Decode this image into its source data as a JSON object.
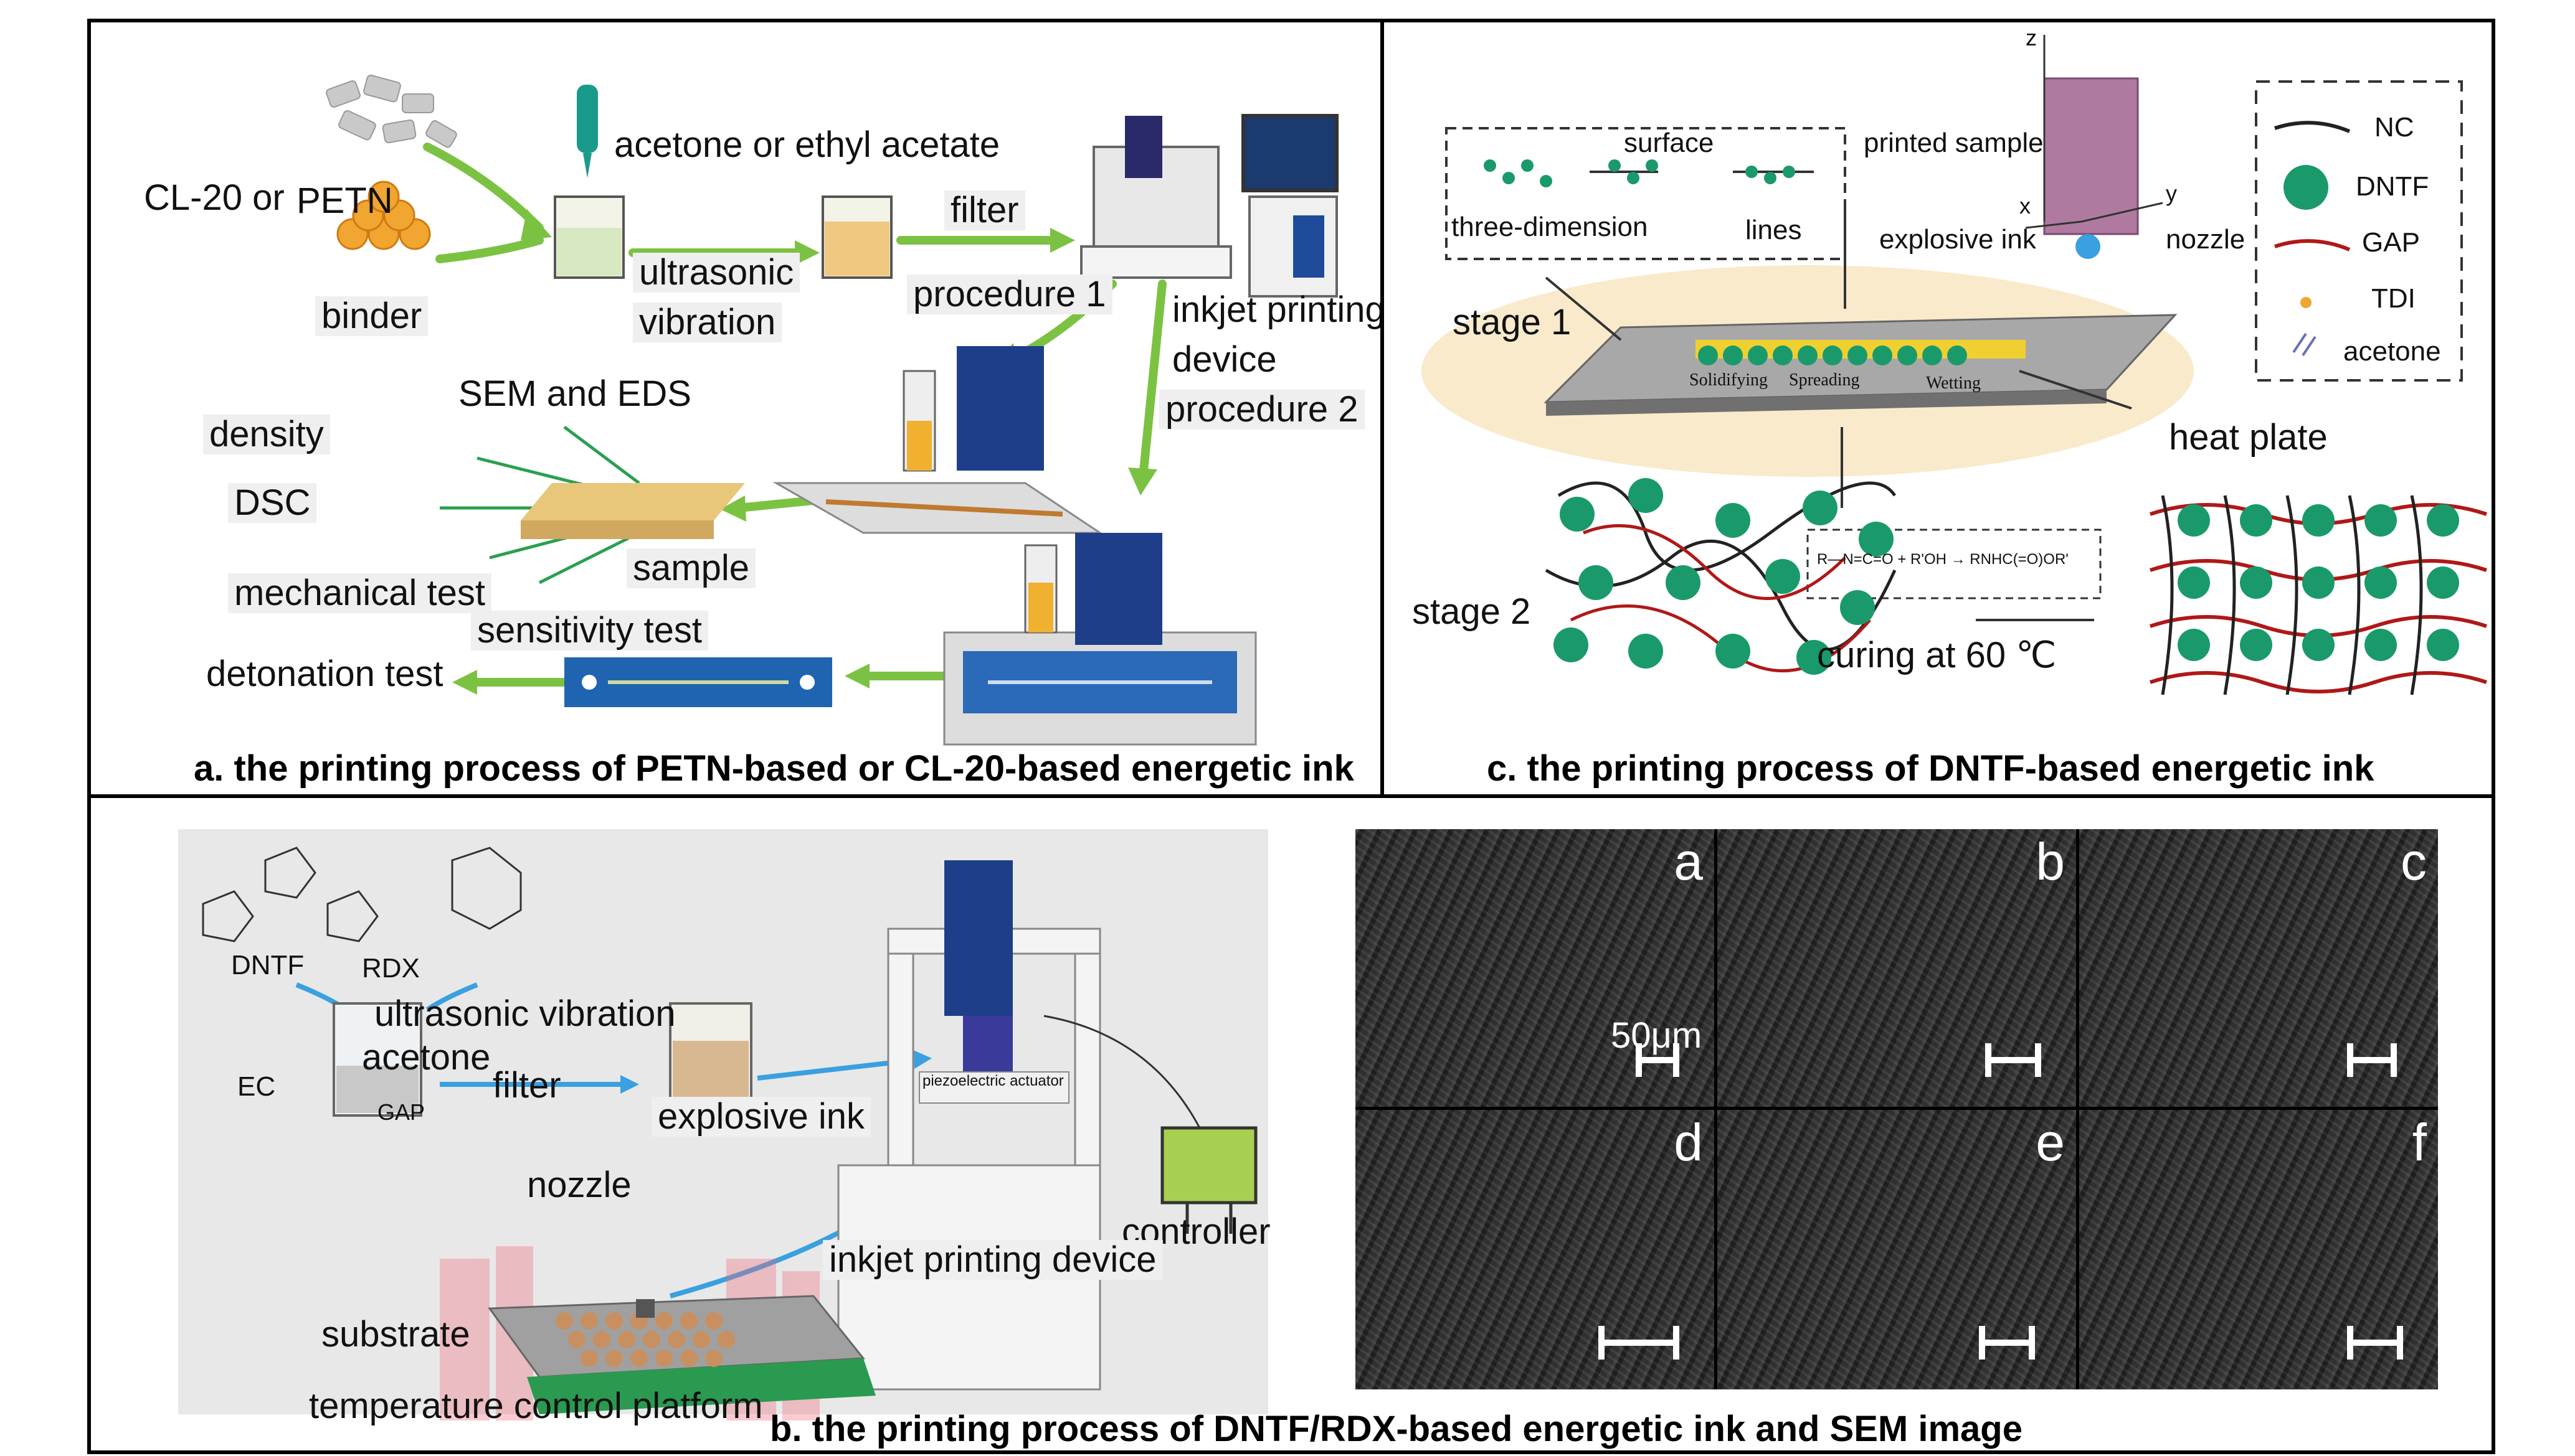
{
  "panel_a": {
    "caption": "a. the printing process of PETN-based or CL-20-based energetic ink",
    "cl20": "CL-20 or",
    "petn": "PETN",
    "binder": "binder",
    "solvent": "acetone or ethyl acetate",
    "ultrasonic": "ultrasonic",
    "vibration": "vibration",
    "filter": "filter",
    "procedure1": "procedure 1",
    "inkjet1": "inkjet printing",
    "device": "device",
    "procedure2": "procedure 2",
    "sem_eds": "SEM and EDS",
    "density": "density",
    "dsc": "DSC",
    "sample": "sample",
    "mechanical": "mechanical test",
    "sensitivity": "sensitivity test",
    "detonation": "detonation test"
  },
  "panel_c": {
    "caption": "c. the printing process of DNTF-based energetic ink",
    "surface": "surface",
    "three_dimension": "three-dimension",
    "lines": "lines",
    "printed_sample": "printed sample",
    "explosive_ink": "explosive ink",
    "nozzle": "nozzle",
    "stage1": "stage 1",
    "stage2": "stage 2",
    "heat_plate": "heat plate",
    "solidifying": "Solidifying",
    "spreading": "Spreading",
    "wetting": "Wetting",
    "curing": "curing at 60 ℃",
    "reaction": "R—N=C=O + R'OH → RNHC(=O)OR'",
    "axis_z": "z",
    "axis_x": "x",
    "axis_y": "y",
    "legend": [
      "NC",
      "DNTF",
      "GAP",
      "TDI",
      "acetone"
    ]
  },
  "panel_b": {
    "caption": "b. the printing process of DNTF/RDX-based energetic ink and SEM image",
    "dntf": "DNTF",
    "rdx": "RDX",
    "ultrasonic_vibration": "ultrasonic vibration",
    "acetone": "acetone",
    "filter": "filter",
    "ec": "EC",
    "gap": "GAP",
    "explosive_ink": "explosive ink",
    "piezo": "piezoelectric actuator",
    "nozzle": "nozzle",
    "controller": "controller",
    "inkjet_device": "inkjet printing device",
    "substrate": "substrate",
    "platform": "temperature control platform",
    "scale": "50μm",
    "sem_letters": [
      "a",
      "b",
      "c",
      "d",
      "e",
      "f"
    ]
  },
  "colors": {
    "arrow_green": "#7cc242",
    "arrow_blue": "#3aa0e0",
    "dntf_green": "#1a9a6a",
    "device_blue": "#1e3e8a",
    "gap_red": "#b01818",
    "heat_glow": "#f3d9a0"
  }
}
